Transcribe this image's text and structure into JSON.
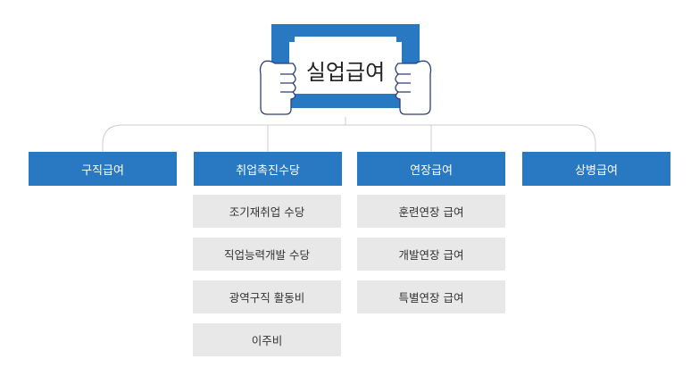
{
  "title": "실업급여",
  "colors": {
    "primary": "#2878c2",
    "sub_bg": "#e8e8e8",
    "line": "#cccccc",
    "outline": "#2d3e75"
  },
  "categories": [
    {
      "label": "구직급여",
      "items": []
    },
    {
      "label": "취업촉진수당",
      "items": [
        "조기재취업 수당",
        "직업능력개발 수당",
        "광역구직 활동비",
        "이주비"
      ]
    },
    {
      "label": "연장급여",
      "items": [
        "훈련연장 급여",
        "개발연장 급여",
        "특별연장 급여"
      ]
    },
    {
      "label": "상병급여",
      "items": []
    }
  ]
}
